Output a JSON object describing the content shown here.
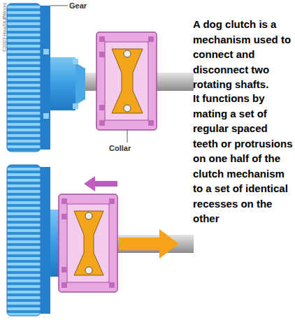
{
  "diagram": {
    "labels": [
      "Gear",
      "Collar",
      "©2003 HowStuffWorks",
      "A dog clutch is a mechanism used to connect and disconnect two rotating shafts.",
      "It functions by mating a set of regular spaced teeth or protrusions on one half of the clutch mechanism to a set of identical recesses on the other"
    ]
  }
}
